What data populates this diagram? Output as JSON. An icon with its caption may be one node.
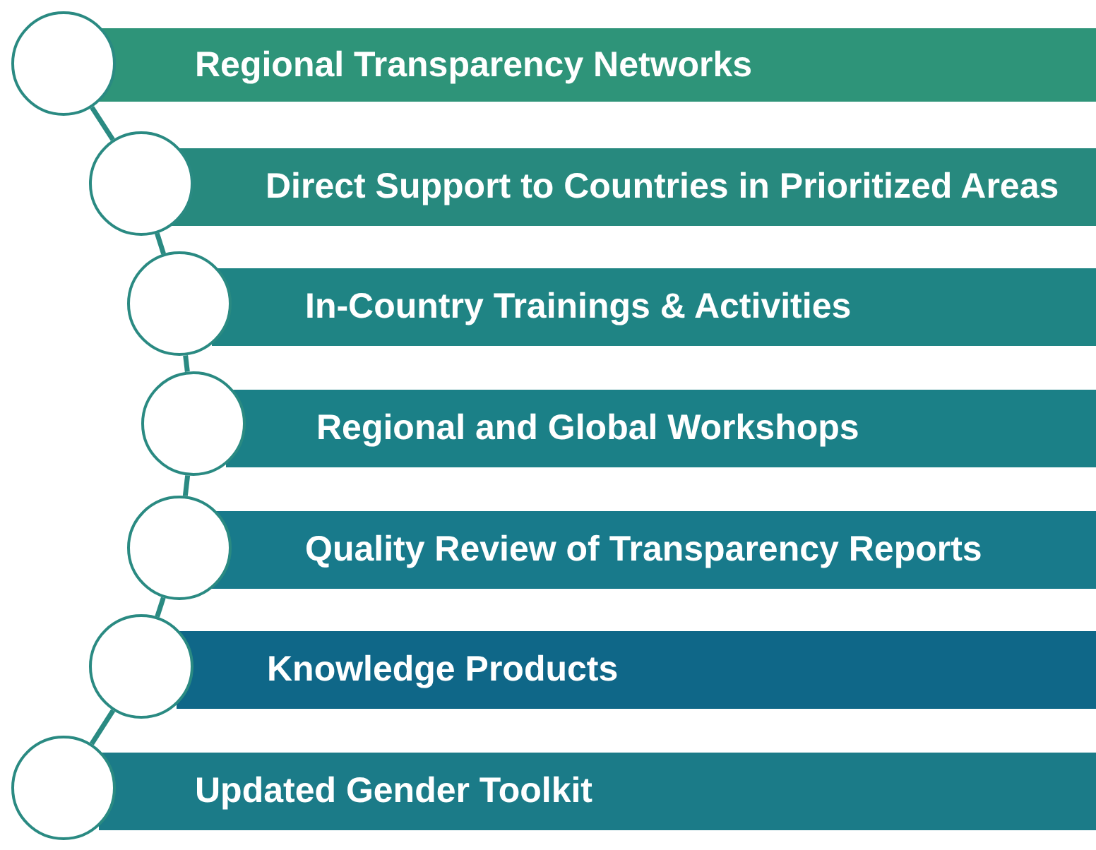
{
  "diagram": {
    "nodes": [
      {
        "text": [],
        "shape": "circle"
      },
      {
        "text": [
          "Regional Transparency Networks"
        ]
      },
      {
        "text": [],
        "shape": "circle"
      },
      {
        "text": [
          "Direct Support to Countries in Prioritized Areas"
        ]
      },
      {
        "text": [],
        "shape": "circle"
      },
      {
        "text": [
          "In-Country Trainings & Activities"
        ]
      },
      {
        "text": [],
        "shape": "circle"
      },
      {
        "text": [
          "Regional and Global Workshops"
        ]
      },
      {
        "text": [],
        "shape": "circle"
      },
      {
        "text": [
          "Quality Review of Transparency Reports"
        ]
      },
      {
        "text": [],
        "shape": "circle"
      },
      {
        "text": [
          "Knowledge Products"
        ]
      },
      {
        "text": [],
        "shape": "circle"
      },
      {
        "text": [
          "Updated Gender Toolkit"
        ]
      }
    ],
    "edges": [
      {
        "from": 0,
        "to": 2,
        "arrow": "none"
      },
      {
        "from": 2,
        "to": 4,
        "arrow": "none"
      },
      {
        "from": 4,
        "to": 6,
        "arrow": "none"
      },
      {
        "from": 6,
        "to": 8,
        "arrow": "none"
      },
      {
        "from": 8,
        "to": 10,
        "arrow": "none"
      },
      {
        "from": 10,
        "to": 12,
        "arrow": "none"
      }
    ]
  }
}
